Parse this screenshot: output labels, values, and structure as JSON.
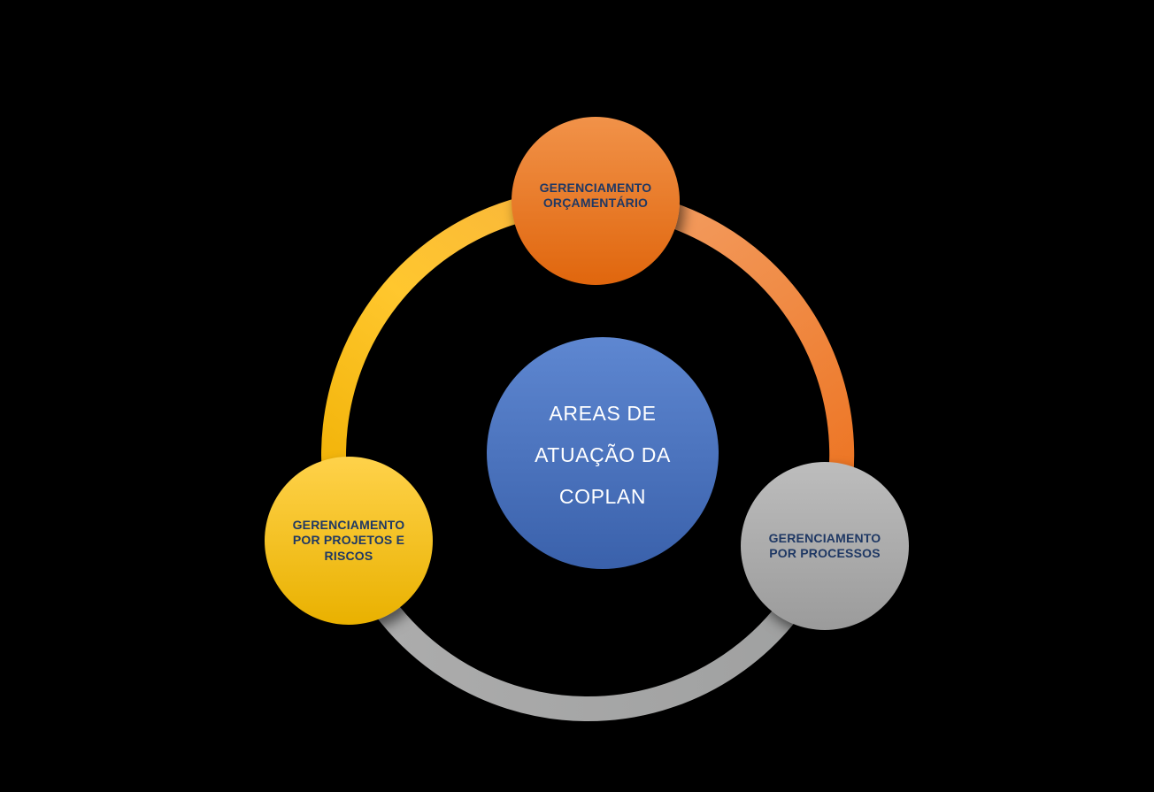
{
  "canvas": {
    "background": "#000000"
  },
  "diagram": {
    "type": "cycle",
    "center_circle": {
      "lines": [
        "AREAS DE",
        "ATUAÇÃO DA",
        "COPLAN"
      ],
      "fill_top": "#5E87D1",
      "fill_bottom": "#3A61AB",
      "text_color": "#FFFFFF"
    },
    "node_text_color": "#1F3864",
    "nodes": [
      {
        "key": "gerenciamento-orcamentario",
        "lines": [
          "GERENCIAMENTO",
          "ORÇAMENTÁRIO"
        ],
        "fill_top": "#F19249",
        "fill_bottom": "#E0660D"
      },
      {
        "key": "gerenciamento-por-projetos-e-riscos",
        "lines": [
          "GERENCIAMENTO",
          "POR PROJETOS E",
          "RISCOS"
        ],
        "fill_top": "#FFD24A",
        "fill_bottom": "#E9B100"
      },
      {
        "key": "gerenciamento-por-processos",
        "lines": [
          "GERENCIAMENTO",
          "POR PROCESSOS"
        ],
        "fill_top": "#BDBDBD",
        "fill_bottom": "#9B9B9B"
      }
    ],
    "ring": {
      "segments": [
        {
          "name": "yellow-arc",
          "stops": [
            "#EFAF00",
            "#FFC72E",
            "#F8B43D"
          ]
        },
        {
          "name": "orange-arc",
          "stops": [
            "#F4A066",
            "#F08B45",
            "#EC701C"
          ]
        },
        {
          "name": "gray-arc",
          "stops": [
            "#9FA0A0",
            "#ADADAD"
          ]
        }
      ]
    }
  }
}
